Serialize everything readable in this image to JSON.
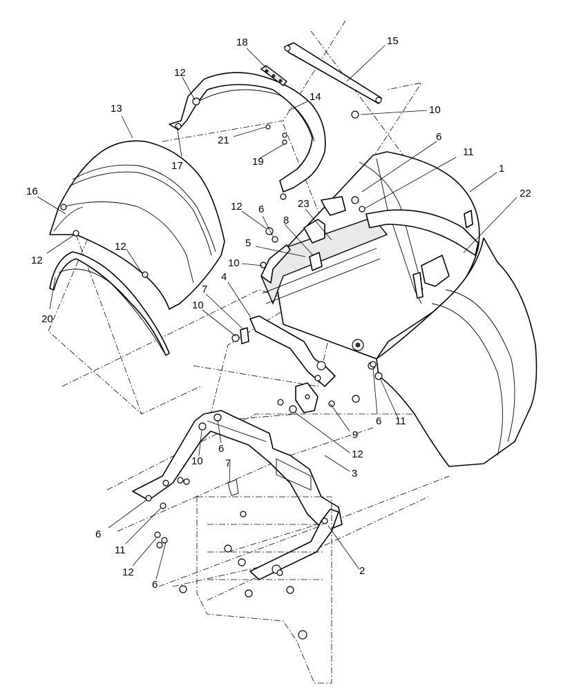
{
  "callouts": [
    {
      "id": "c18",
      "text": "18"
    },
    {
      "id": "c15",
      "text": "15"
    },
    {
      "id": "c12a",
      "text": "12"
    },
    {
      "id": "c14",
      "text": "14"
    },
    {
      "id": "c13",
      "text": "13"
    },
    {
      "id": "c10a",
      "text": "10"
    },
    {
      "id": "c6a",
      "text": "6"
    },
    {
      "id": "c11a",
      "text": "11"
    },
    {
      "id": "c21",
      "text": "21"
    },
    {
      "id": "c17",
      "text": "17"
    },
    {
      "id": "c19",
      "text": "19"
    },
    {
      "id": "c1",
      "text": "1"
    },
    {
      "id": "c16",
      "text": "16"
    },
    {
      "id": "c22",
      "text": "22"
    },
    {
      "id": "c23",
      "text": "23"
    },
    {
      "id": "c12b",
      "text": "12"
    },
    {
      "id": "c6b",
      "text": "6"
    },
    {
      "id": "c8",
      "text": "8"
    },
    {
      "id": "c12c",
      "text": "12"
    },
    {
      "id": "c5",
      "text": "5"
    },
    {
      "id": "c12d",
      "text": "12"
    },
    {
      "id": "c10b",
      "text": "10"
    },
    {
      "id": "c4",
      "text": "4"
    },
    {
      "id": "c20",
      "text": "20"
    },
    {
      "id": "c7a",
      "text": "7"
    },
    {
      "id": "c10c",
      "text": "10"
    },
    {
      "id": "c6c",
      "text": "6"
    },
    {
      "id": "c11b",
      "text": "11"
    },
    {
      "id": "c9",
      "text": "9"
    },
    {
      "id": "c12e",
      "text": "12"
    },
    {
      "id": "c10d",
      "text": "10"
    },
    {
      "id": "c6d",
      "text": "6"
    },
    {
      "id": "c7b",
      "text": "7"
    },
    {
      "id": "c3",
      "text": "3"
    },
    {
      "id": "c6e",
      "text": "6"
    },
    {
      "id": "c11c",
      "text": "11"
    },
    {
      "id": "c12f",
      "text": "12"
    },
    {
      "id": "c2",
      "text": "2"
    },
    {
      "id": "c6f",
      "text": "6"
    }
  ]
}
